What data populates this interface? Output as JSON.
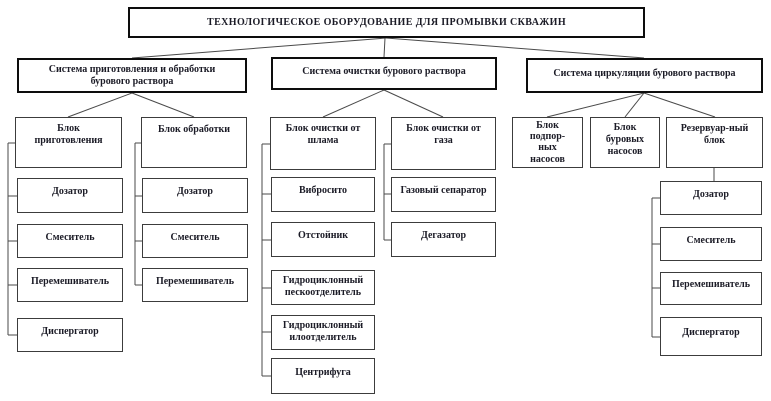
{
  "colors": {
    "box_border": "#000000",
    "background": "#ffffff",
    "text": "#1b1b26",
    "connector": "#4a4a4a"
  },
  "title": "ТЕХНОЛОГИЧЕСКОЕ ОБОРУДОВАНИЕ ДЛЯ ПРОМЫВКИ СКВАЖИН",
  "systems": [
    {
      "label": "Система приготовления и обработки\nбурового раствора",
      "blocks": [
        {
          "label": "Блок\nприготовления",
          "items": [
            "Дозатор",
            "Смеситель",
            "Перемешиватель",
            "Диспергатор"
          ]
        },
        {
          "label": "Блок обработки",
          "items": [
            "Дозатор",
            "Смеситель",
            "Перемешиватель"
          ]
        }
      ]
    },
    {
      "label": "Система очистки бурового раствора",
      "blocks": [
        {
          "label": "Блок очистки от\nшлама",
          "items": [
            "Вибросито",
            "Отстойник",
            "Гидроциклонный\nпескоотделитель",
            "Гидроциклонный\nилоотделитель",
            "Центрифуга"
          ]
        },
        {
          "label": "Блок очистки от\nгаза",
          "items": [
            "Газовый сепаратор",
            "Дегазатор"
          ]
        }
      ]
    },
    {
      "label": "Система циркуляции бурового раствора",
      "blocks": [
        {
          "label": "Блок\nподпор-\nных\nнасосов",
          "items": []
        },
        {
          "label": "Блок\nбуровых\nнасосов",
          "items": []
        },
        {
          "label": "Резервуар-ный\nблок",
          "items": [
            "Дозатор",
            "Смеситель",
            "Перемешиватель",
            "Диспергатор"
          ]
        }
      ]
    }
  ]
}
